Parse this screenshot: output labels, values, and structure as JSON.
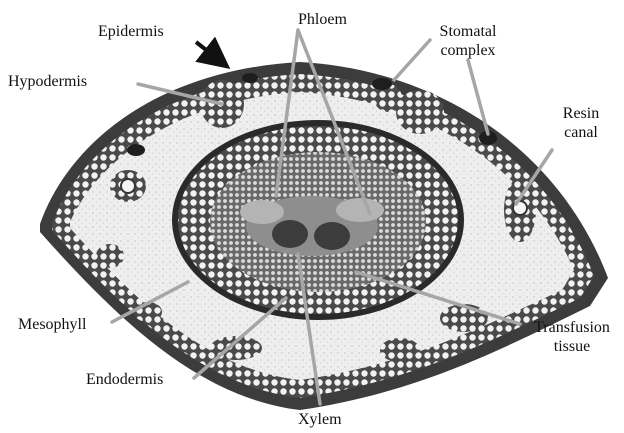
{
  "labels": {
    "epidermis": "Epidermis",
    "phloem": "Phloem",
    "stomatal_line1": "Stomatal",
    "stomatal_line2": "complex",
    "hypodermis": "Hypodermis",
    "resin_line1": "Resin",
    "resin_line2": "canal",
    "mesophyll": "Mesophyll",
    "transfusion_line1": "Transfusion",
    "transfusion_line2": "tissue",
    "endodermis": "Endodermis",
    "xylem": "Xylem"
  },
  "colors": {
    "epidermis": "#3a3a3a",
    "mesophyll": "#ececec",
    "hypodermis_cells": "#5a5a5a",
    "endodermis": "#2d2d2d",
    "vascular": "#9a9a9a",
    "leader_lines": "#a6a6a6",
    "arrow": "#111111"
  }
}
